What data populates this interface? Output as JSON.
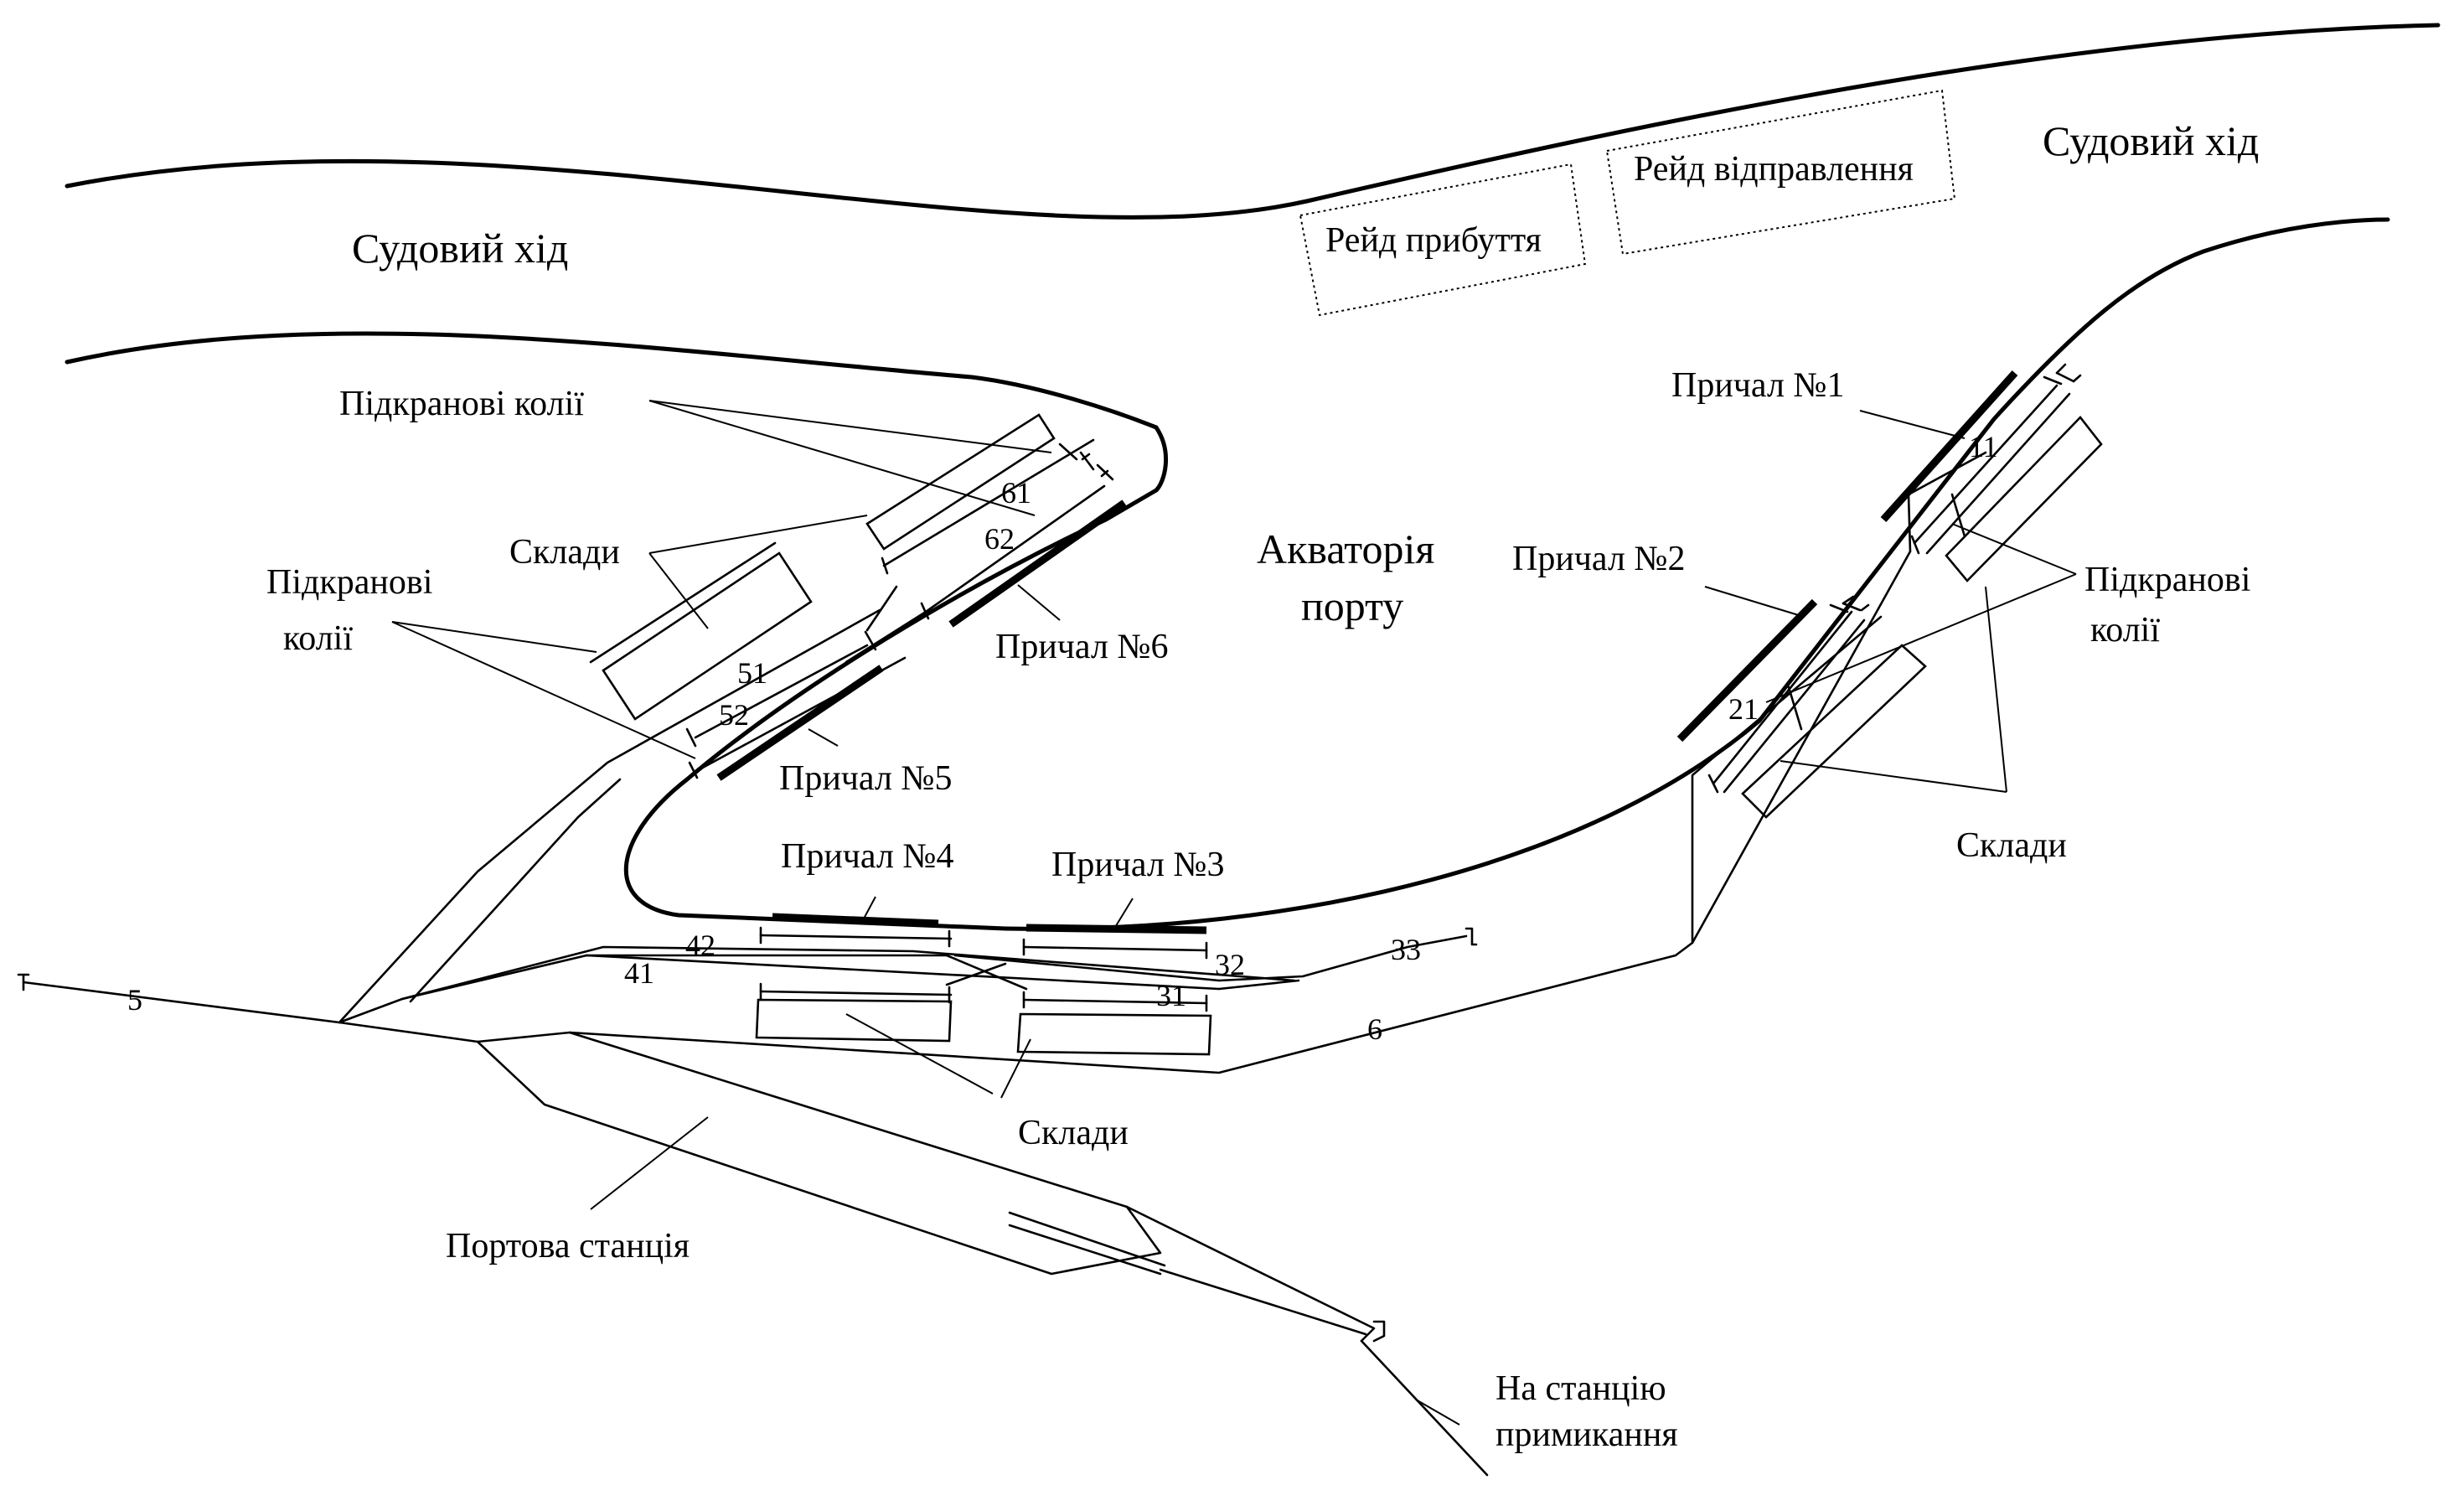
{
  "labels": {
    "fairway_left": "Судовий хід",
    "fairway_right": "Судовий хід",
    "roadstead_arrival": "Рейд прибуття",
    "roadstead_departure": "Рейд відправлення",
    "water_area_line1": "Акваторія",
    "water_area_line2": "порту",
    "crane_tracks_top": "Підкранові колії",
    "crane_tracks_left_line1": "Підкранові",
    "crane_tracks_left_line2": "колії",
    "crane_tracks_right_line1": "Підкранові",
    "crane_tracks_right_line2": "колії",
    "warehouses_left": "Склади",
    "warehouses_bottom": "Склади",
    "warehouses_right": "Склади",
    "berth_1": "Причал №1",
    "berth_2": "Причал №2",
    "berth_3": "Причал №3",
    "berth_4": "Причал №4",
    "berth_5": "Причал №5",
    "berth_6": "Причал №6",
    "port_station": "Портова станція",
    "to_junction_line1": "На станцію",
    "to_junction_line2": "примикання"
  },
  "track_numbers": {
    "t5": "5",
    "t6": "6",
    "t11": "11",
    "t21": "21",
    "t31": "31",
    "t32": "32",
    "t33": "33",
    "t41": "41",
    "t42": "42",
    "t51": "51",
    "t52": "52",
    "t61": "61",
    "t62": "62"
  }
}
